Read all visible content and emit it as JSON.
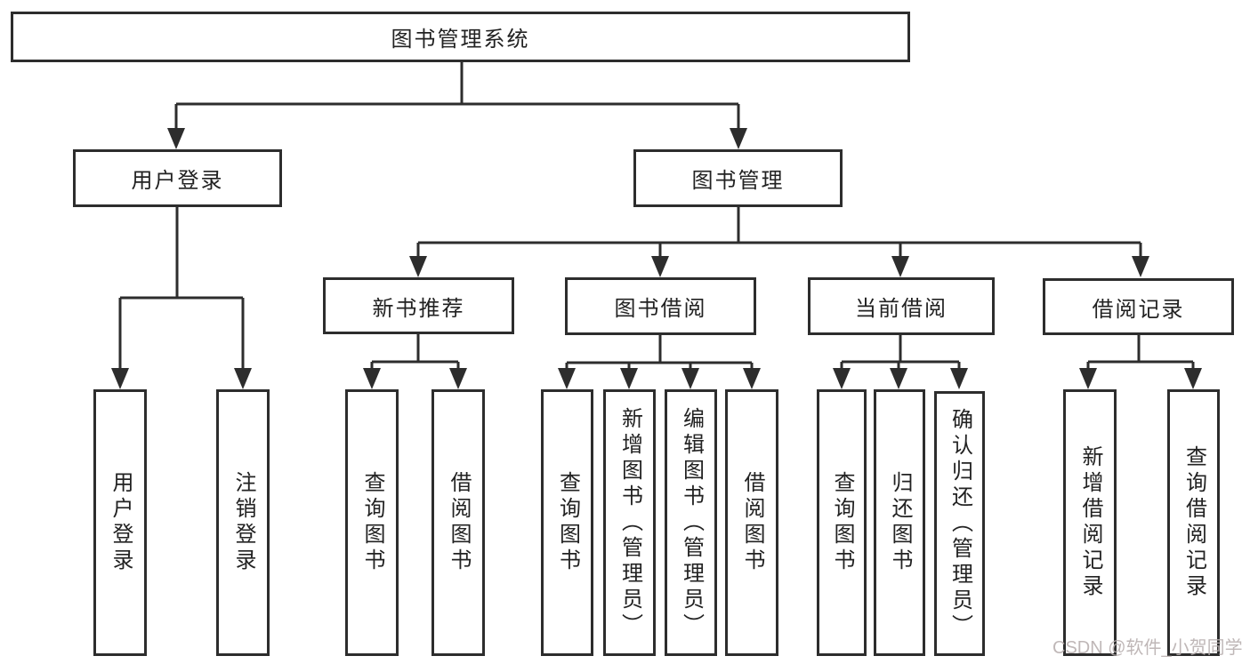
{
  "colors": {
    "line": "#2d2d2d",
    "text": "#222222",
    "box_background": "#ffffff",
    "watermark_text": "#b9b0b0"
  },
  "watermark": "CSDN @软件_小贺同学",
  "tree": {
    "root": {
      "label": "图书管理系统"
    },
    "branches": [
      {
        "label": "用户登录",
        "children": [
          {
            "label": "用户登录"
          },
          {
            "label": "注销登录"
          }
        ]
      },
      {
        "label": "图书管理",
        "children": [
          {
            "label": "新书推荐",
            "children": [
              {
                "label": "查询图书"
              },
              {
                "label": "借阅图书"
              }
            ]
          },
          {
            "label": "图书借阅",
            "children": [
              {
                "label": "查询图书"
              },
              {
                "label": "新增图书（管理员）"
              },
              {
                "label": "编辑图书（管理员）"
              },
              {
                "label": "借阅图书"
              }
            ]
          },
          {
            "label": "当前借阅",
            "children": [
              {
                "label": "查询图书"
              },
              {
                "label": "归还图书"
              },
              {
                "label": "确认归还（管理员）"
              }
            ]
          },
          {
            "label": "借阅记录",
            "children": [
              {
                "label": "新增借阅记录"
              },
              {
                "label": "查询借阅记录"
              }
            ]
          }
        ]
      }
    ]
  }
}
